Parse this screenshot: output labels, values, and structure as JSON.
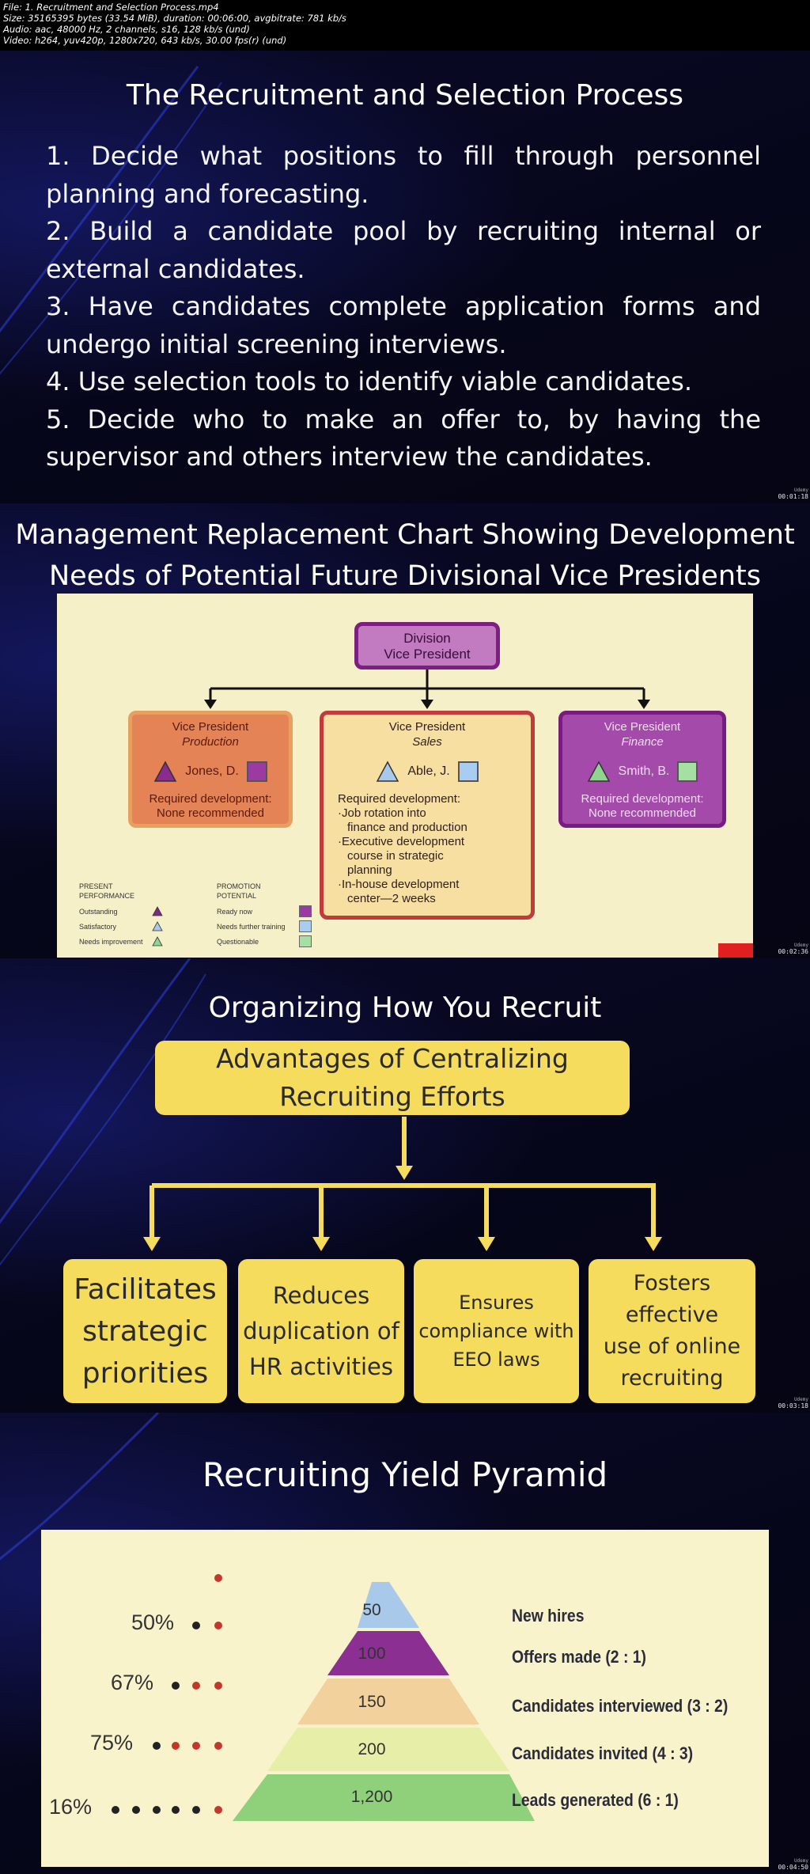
{
  "meta": {
    "line1": "File: 1. Recruitment and Selection Process.mp4",
    "line2": "Size: 35165395 bytes (33.54 MiB), duration: 00:06:00, avgbitrate: 781 kb/s",
    "line3": "Audio: aac, 48000 Hz, 2 channels, s16, 128 kb/s (und)",
    "line4": "Video: h264, yuv420p, 1280x720, 643 kb/s, 30.00 fps(r) (und)"
  },
  "frames": [
    {
      "timestamp": "00:01:18",
      "logo": "Udemy",
      "title": "The Recruitment and Selection Process",
      "items": [
        "1. Decide what positions to fill through personnel planning and forecasting.",
        "2. Build a candidate pool by recruiting internal or external candidates.",
        "3. Have candidates complete application forms and undergo initial screening interviews.",
        "4. Use selection tools to identify viable candidates.",
        "5. Decide who to make an offer to, by having the supervisor and others interview the candidates."
      ]
    },
    {
      "timestamp": "00:02:36",
      "logo": "Udemy",
      "title_line1": "Management Replacement Chart Showing Development",
      "title_line2": "Needs of  Potential Future Divisional Vice Presidents",
      "top_box": {
        "line1": "Division",
        "line2": "Vice President"
      },
      "boxes": [
        {
          "role": "Vice President",
          "dept": "Production",
          "person": "Jones, D.",
          "dev_line1": "Required development:",
          "dev_line2": "None recommended",
          "triangle_color": "#8b2a8f",
          "square_color": "#9b3aa1"
        },
        {
          "role": "Vice President",
          "dept": "Sales",
          "person": "Able, J.",
          "dev_title": "Required development:",
          "dev_items": [
            "·Job rotation into",
            "finance and production",
            "·Executive development",
            "course in strategic",
            "planning",
            "·In-house development",
            "center—2 weeks"
          ],
          "triangle_color": "#a9c9ea",
          "square_color": "#a8cdf0"
        },
        {
          "role": "Vice President",
          "dept": "Finance",
          "person": "Smith, B.",
          "dev_line1": "Required development:",
          "dev_line2": "None recommended",
          "triangle_color": "#8fd48f",
          "square_color": "#a5e0a2"
        }
      ],
      "legend": {
        "col1_header1": "PRESENT",
        "col1_header2": "PERFORMANCE",
        "col2_header1": "PROMOTION",
        "col2_header2": "POTENTIAL",
        "rows": [
          {
            "perf": "Outstanding",
            "pot": "Ready now",
            "tri": "#7b2a85",
            "sq": "#9b3aa1"
          },
          {
            "perf": "Satisfactory",
            "pot": "Needs further training",
            "tri": "#a9c9ea",
            "sq": "#a8cdf0"
          },
          {
            "perf": "Needs improvement",
            "pot": "Questionable",
            "tri": "#8fd48f",
            "sq": "#a5e0a2"
          }
        ]
      }
    },
    {
      "timestamp": "00:03:18",
      "logo": "Udemy",
      "title": "Organizing How You Recruit",
      "header_line1": "Advantages of Centralizing",
      "header_line2": "Recruiting Efforts",
      "boxes": [
        {
          "line1": "Facilitates",
          "line2": "strategic",
          "line3": "priorities"
        },
        {
          "line1": "Reduces",
          "line2": "duplication of",
          "line3": "HR activities"
        },
        {
          "line1": "Ensures",
          "line2": "compliance with",
          "line3": "EEO laws"
        },
        {
          "line1": "Fosters effective",
          "line2": "use of online",
          "line3": "recruiting"
        }
      ],
      "colors": {
        "box": "#f5dc5c",
        "arrow": "#f5dc5c"
      }
    },
    {
      "timestamp": "00:04:50",
      "logo": "Udemy",
      "title": "Recruiting Yield Pyramid",
      "levels": [
        {
          "count": "50",
          "label": "New hires",
          "pct": "50%",
          "color": "#a9c9ea"
        },
        {
          "count": "100",
          "label": "Offers made (2 : 1)",
          "pct": "67%",
          "color": "#8b2f92"
        },
        {
          "count": "150",
          "label": "Candidates interviewed (3 : 2)",
          "pct": "75%",
          "color": "#f3d19c"
        },
        {
          "count": "200",
          "label": "Candidates invited (4 : 3)",
          "pct": "16%",
          "color": "#e6eea8"
        },
        {
          "count": "1,200",
          "label": "Leads generated (6 : 1)",
          "color": "#8fd07a"
        }
      ]
    }
  ]
}
